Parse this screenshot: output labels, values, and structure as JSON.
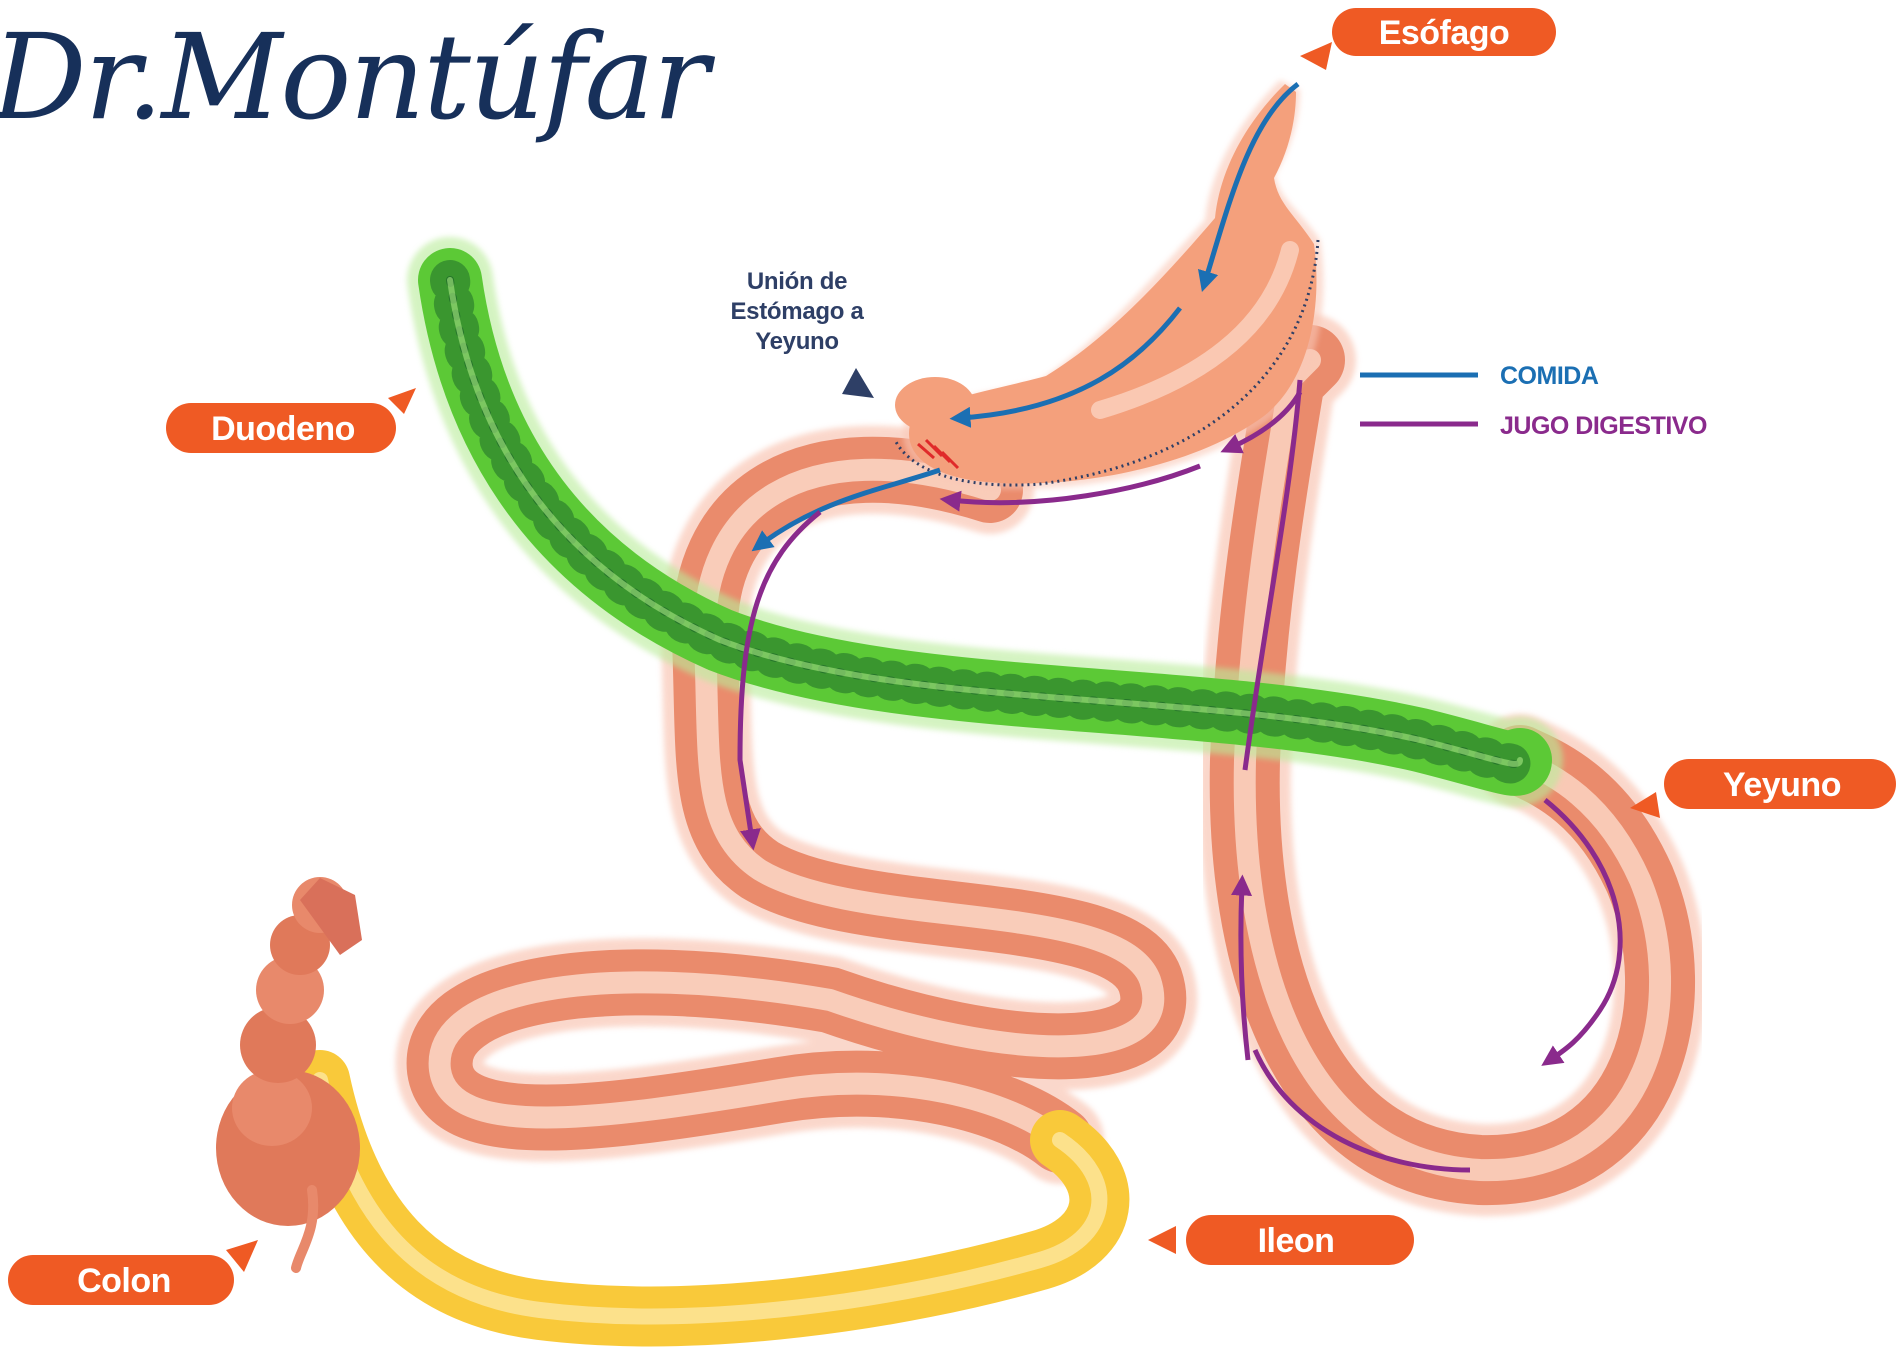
{
  "logo": {
    "text": "Dr.Montúfar",
    "color": "#17305a"
  },
  "labels": {
    "esofago": "Esófago",
    "duodeno": "Duodeno",
    "yeyuno": "Yeyuno",
    "ileon": "Ileon",
    "colon": "Colon"
  },
  "union_label": {
    "line1": "Unión de",
    "line2": "Estómago a",
    "line3": "Yeyuno"
  },
  "legend": {
    "items": [
      {
        "label": "COMIDA",
        "color": "#1b6fb3"
      },
      {
        "label": "JUGO DIGESTIVO",
        "color": "#8a2a8c"
      }
    ]
  },
  "colors": {
    "label_pill": "#ef5a24",
    "union_text": "#2e3f66",
    "stomach": "#f4a07c",
    "intestine": "#f0967a",
    "duodenum": "#5cc936",
    "ileum": "#f9c93a",
    "colon": "#e0795a"
  },
  "icons": {
    "pointer": "triangle-pointer-icon",
    "staple": "staple-line-icon"
  }
}
